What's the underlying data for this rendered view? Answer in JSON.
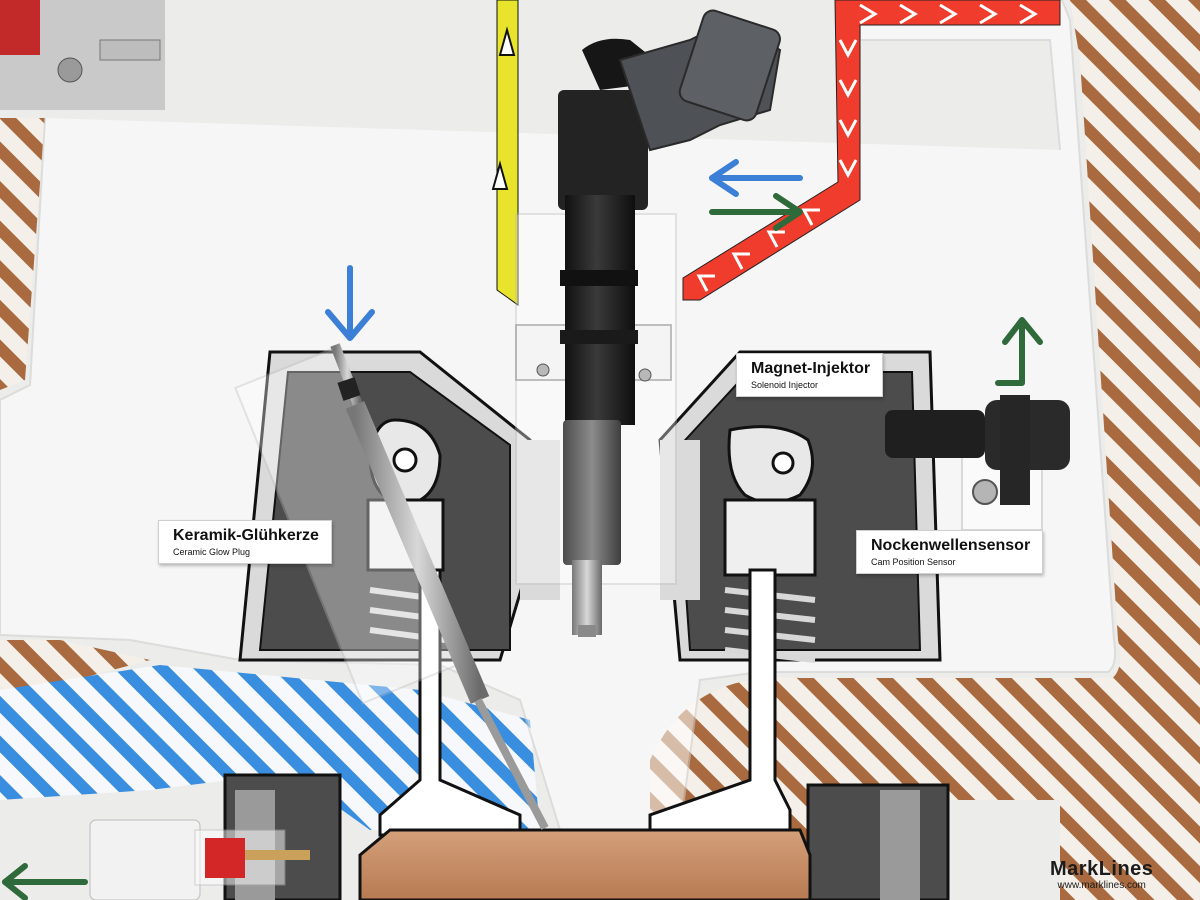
{
  "labels": {
    "glow_plug": {
      "title": "Keramik-Glühkerze",
      "subtitle": "Ceramic Glow Plug"
    },
    "injector": {
      "title": "Magnet-Injektor",
      "subtitle": "Solenoid Injector"
    },
    "cam_sensor": {
      "title": "Nockenwellensensor",
      "subtitle": "Cam Position Sensor"
    }
  },
  "watermark": {
    "brand": "MarkLines",
    "url": "www.marklines.com"
  },
  "colors": {
    "background": "#ebebea",
    "exhaust_stripe": "#a86a3e",
    "intake_stripe": "#3a8ee0",
    "fuel_supply": "#e8e42c",
    "fuel_return": "#f03c2c",
    "arrow_blue": "#3c7fd6",
    "arrow_green": "#2f6a3a",
    "engine_block": "#4a4a4a",
    "piston": "#c48a63"
  },
  "icons": [
    "blue-arrow-down-icon",
    "blue-arrow-left-icon",
    "green-arrow-right-icon",
    "green-arrow-up-icon",
    "green-arrow-left-icon",
    "yellow-triangle-icon"
  ]
}
